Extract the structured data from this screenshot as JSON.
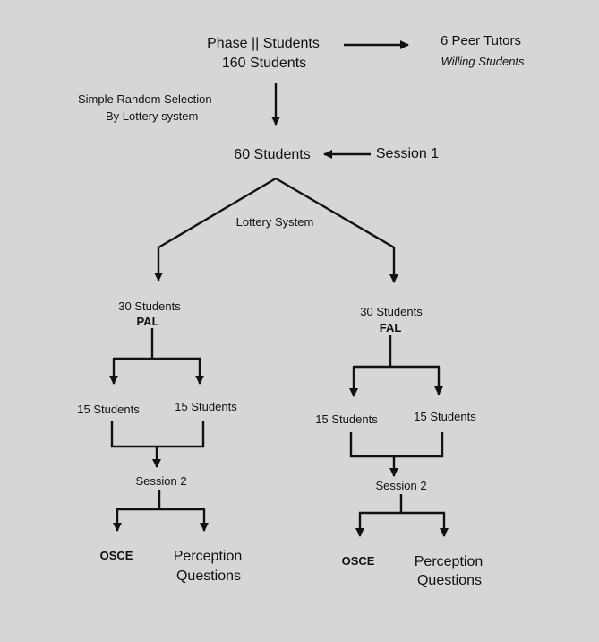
{
  "top": {
    "phase_line1": "Phase || Students",
    "phase_line2": "160 Students",
    "tutors_line1": "6 Peer Tutors",
    "tutors_line2": "Willing Students",
    "selection_line1": "Simple  Random Selection",
    "selection_line2": "By Lottery system"
  },
  "middle": {
    "sixty": "60 Students",
    "session1": "Session 1",
    "lottery": "Lottery System"
  },
  "left": {
    "count": "30 Students",
    "group": "PAL",
    "sub_a": "15 Students",
    "sub_b": "15 Students",
    "session": "Session 2",
    "osce": "OSCE",
    "perception_line1": "Perception",
    "perception_line2": "Questions"
  },
  "right": {
    "count": "30 Students",
    "group": "FAL",
    "sub_a": "15 Students",
    "sub_b": "15 Students",
    "session": "Session 2",
    "osce": "OSCE",
    "perception_line1": "Perception",
    "perception_line2": "Questions"
  },
  "colors": {
    "background": "#d6d6d6",
    "ink": "#111111"
  }
}
